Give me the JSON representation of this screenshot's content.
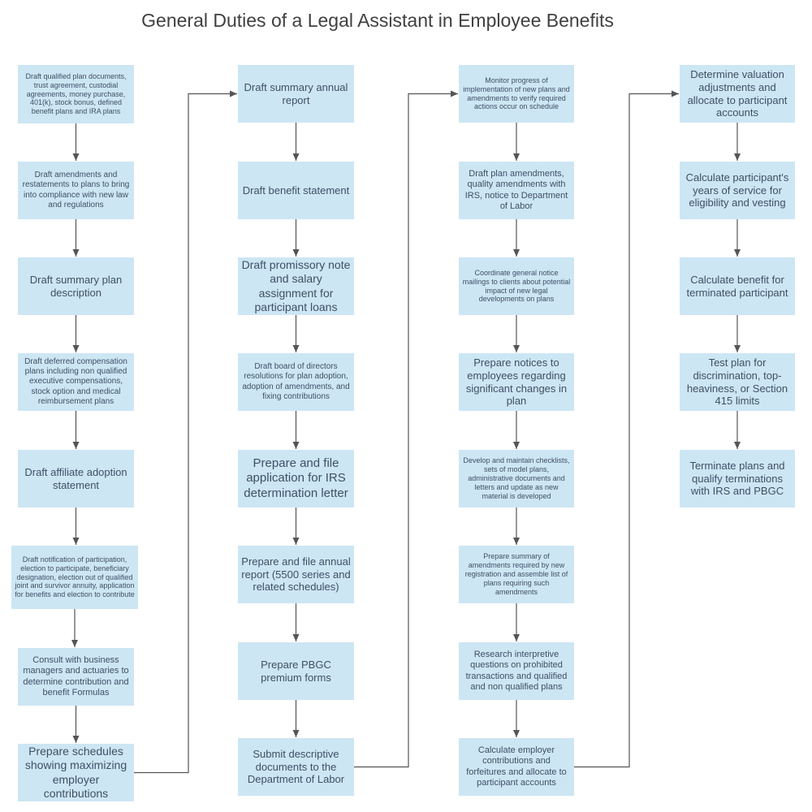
{
  "title": "General Duties of a Legal Assistant in Employee Benefits",
  "columns": [
    {
      "steps": [
        "Draft qualified plan documents, trust agreement, custodial agreements, money purchase, 401(k), stock bonus, defined benefit plans and IRA plans",
        "Draft amendments and restatements to plans to bring into compliance with new law and regulations",
        "Draft summary plan description",
        "Draft deferred compensation plans including non qualified executive compensations, stock option and medical reimbursement plans",
        "Draft affiliate adoption statement",
        "Draft notification of participation, election to participate, beneficiary designation, election out of qualified joint and survivor annuity, application for benefits and election to contribute",
        "Consult with business managers and actuaries to determine contribution and benefit Formulas",
        "Prepare schedules showing maximizing employer contributions"
      ]
    },
    {
      "steps": [
        "Draft summary annual report",
        "Draft benefit statement",
        "Draft promissory note and salary assignment for participant loans",
        "Draft board of directors resolutions for plan adoption, adoption of amendments, and fixing contributions",
        "Prepare and file application for IRS determination letter",
        "Prepare and file annual report (5500 series and related schedules)",
        "Prepare PBGC premium forms",
        "Submit descriptive documents to the Department of Labor"
      ]
    },
    {
      "steps": [
        "Monitor progress of implementation of new plans and amendments to verify required actions occur on schedule",
        "Draft plan amendments, quality amendments with IRS, notice to Department of Labor",
        "Coordinate general notice mailings to clients about potential impact of new legal developments on plans",
        "Prepare notices to employees regarding significant changes in plan",
        "Develop and maintain checklists, sets of model plans, administrative documents and letters and update as new material is developed",
        "Prepare summary of amendments required by new registration and assemble list of plans requiring such amendments",
        "Research interpretive questions on prohibited transactions and qualified and non qualified plans",
        "Calculate employer contributions and forfeitures and allocate to participant accounts"
      ]
    },
    {
      "steps": [
        "Determine valuation adjustments and allocate to participant accounts",
        "Calculate participant's years of service for eligibility and vesting",
        "Calculate benefit for terminated participant",
        "Test plan for discrimination, top-heaviness, or Section 415 limits",
        "Terminate plans and qualify terminations with IRS and PBGC"
      ]
    }
  ]
}
